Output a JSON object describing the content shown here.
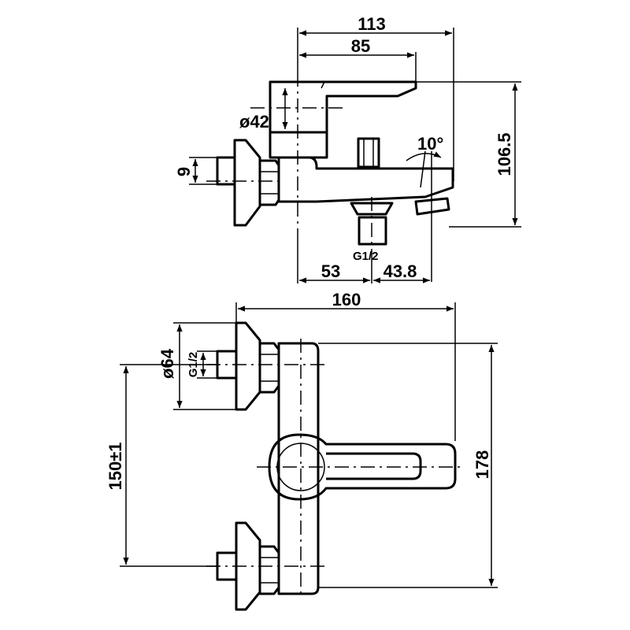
{
  "drawing": {
    "top_view": {
      "dim_overall_width": "113",
      "dim_handle_width": "85",
      "dim_handle_dia": "ø42",
      "dim_inlet": "9",
      "dim_angle": "10°",
      "dim_height": "106.5",
      "dim_thread": "G1/2",
      "dim_left_offset": "53",
      "dim_right_offset": "43.8"
    },
    "front_view": {
      "dim_overall_width": "160",
      "dim_flange_dia": "ø64",
      "dim_thread": "G1/2",
      "dim_center_distance": "150±1",
      "dim_overall_height": "178"
    }
  }
}
